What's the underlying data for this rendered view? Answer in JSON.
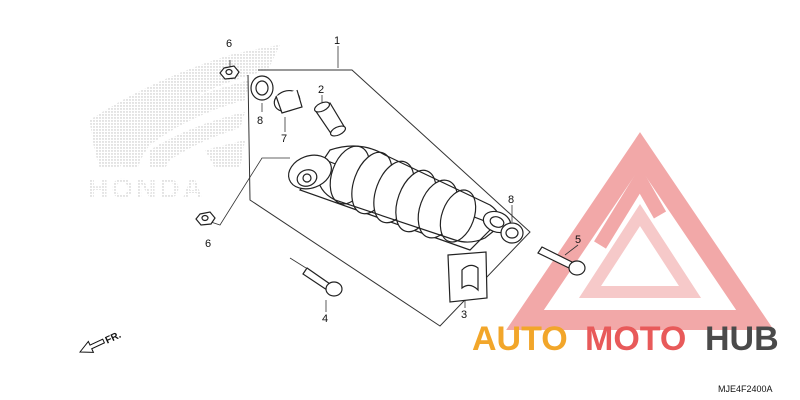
{
  "diagram": {
    "code": "MJE4F2400A",
    "front_label": "FR.",
    "callouts": [
      "1",
      "2",
      "3",
      "4",
      "5",
      "6",
      "6",
      "7",
      "8",
      "8"
    ],
    "parts": [
      "rear-shock-absorber",
      "collar",
      "bushing-insert",
      "lower-bolt",
      "upper-bolt",
      "nut-top",
      "nut-lower",
      "spacer",
      "dust-seal-top",
      "dust-seal-bottom"
    ]
  },
  "watermark": {
    "brand_left": "AUTO",
    "brand_mid": "MOTO",
    "brand_right": "HUB",
    "background_logo": "HONDA",
    "colors": {
      "orange": "#f2a62a",
      "red": "#e85a5a",
      "dark": "#4a4a4a",
      "pink": "#f3b7b7"
    }
  }
}
